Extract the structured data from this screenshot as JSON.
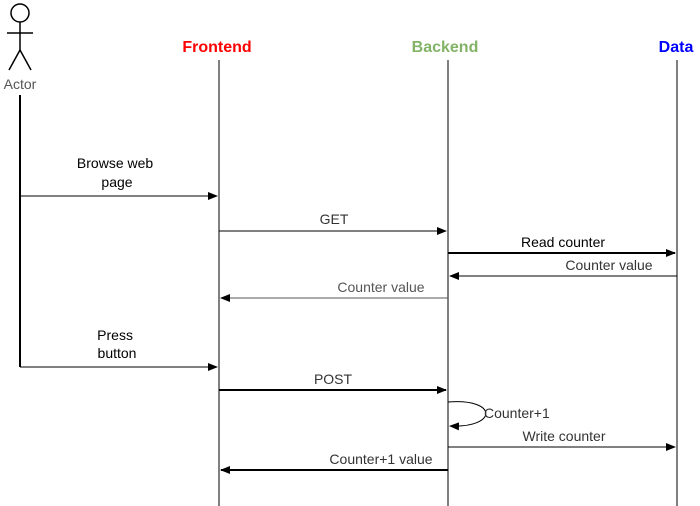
{
  "actor": {
    "label": "Actor",
    "icon": "stick-figure-icon"
  },
  "participants": [
    {
      "id": "frontend",
      "label": "Frontend",
      "color": "#ff0000"
    },
    {
      "id": "backend",
      "label": "Backend",
      "color": "#82b366"
    },
    {
      "id": "data",
      "label": "Data",
      "color": "#0000ff"
    }
  ],
  "messages": [
    {
      "id": "browse",
      "from": "actor",
      "to": "frontend",
      "line1": "Browse web",
      "line2": "page"
    },
    {
      "id": "get",
      "from": "frontend",
      "to": "backend",
      "label": "GET"
    },
    {
      "id": "read",
      "from": "backend",
      "to": "data",
      "label": "Read counter"
    },
    {
      "id": "counter-value-data",
      "from": "data",
      "to": "backend",
      "label": "Counter value"
    },
    {
      "id": "counter-value",
      "from": "backend",
      "to": "frontend",
      "label": "Counter value"
    },
    {
      "id": "press",
      "from": "actor",
      "to": "frontend",
      "line1": "Press",
      "line2": "button"
    },
    {
      "id": "post",
      "from": "frontend",
      "to": "backend",
      "label": "POST"
    },
    {
      "id": "increment",
      "from": "backend",
      "to": "backend",
      "label": "Counter+1"
    },
    {
      "id": "write",
      "from": "backend",
      "to": "data",
      "label": "Write counter"
    },
    {
      "id": "counter-plus-value",
      "from": "backend",
      "to": "frontend",
      "label": "Counter+1 value"
    }
  ]
}
